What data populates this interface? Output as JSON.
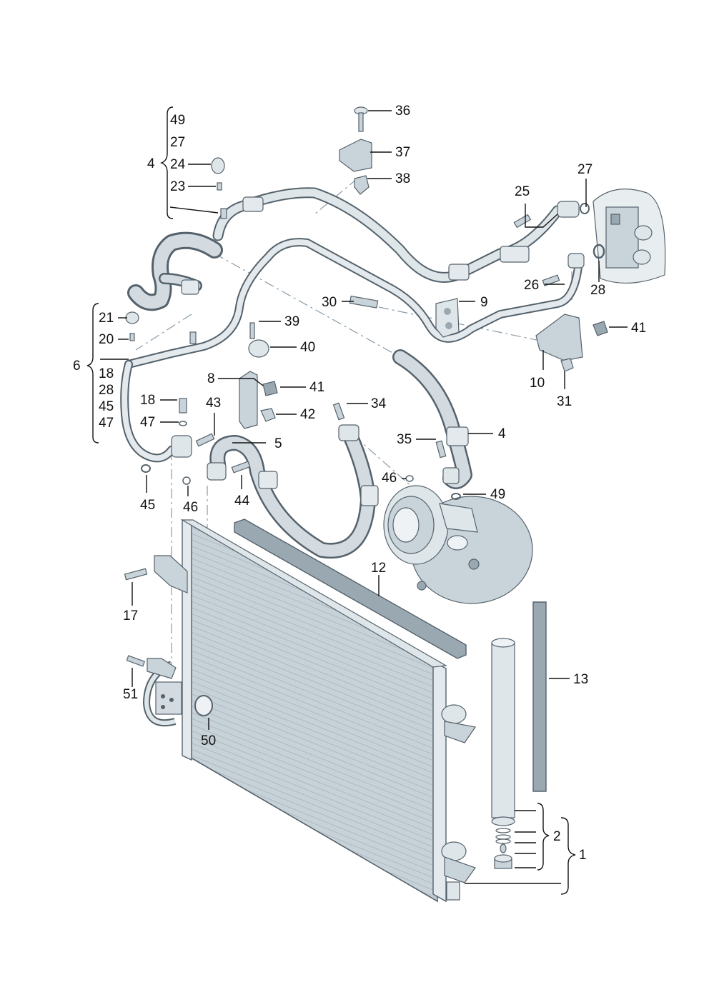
{
  "colors": {
    "part_fill": "#c9d3da",
    "part_light": "#e3e9ed",
    "part_dark": "#9aa8b2",
    "outline": "#55626b",
    "label": "#111111",
    "centerline": "#8a9aa6"
  },
  "labels": {
    "l36": "36",
    "l37": "37",
    "l38": "38",
    "l49a": "49",
    "l27a": "27",
    "l24": "24",
    "l23": "23",
    "l4a": "4",
    "l25": "25",
    "l27b": "27",
    "l26": "26",
    "l28a": "28",
    "l30": "30",
    "l9": "9",
    "l41a": "41",
    "l10": "10",
    "l31": "31",
    "l21": "21",
    "l20": "20",
    "l6": "6",
    "l18a": "18",
    "l28b": "28",
    "l45a": "45",
    "l47a": "47",
    "l39": "39",
    "l40": "40",
    "l8": "8",
    "l41b": "41",
    "l42": "42",
    "l18b": "18",
    "l47b": "47",
    "l43": "43",
    "l34": "34",
    "l35": "35",
    "l4b": "4",
    "l46b": "46",
    "l49b": "49",
    "l5": "5",
    "l45b": "45",
    "l46a": "46",
    "l44": "44",
    "l12": "12",
    "l17": "17",
    "l13": "13",
    "l51": "51",
    "l50": "50",
    "l2": "2",
    "l1": "1"
  }
}
